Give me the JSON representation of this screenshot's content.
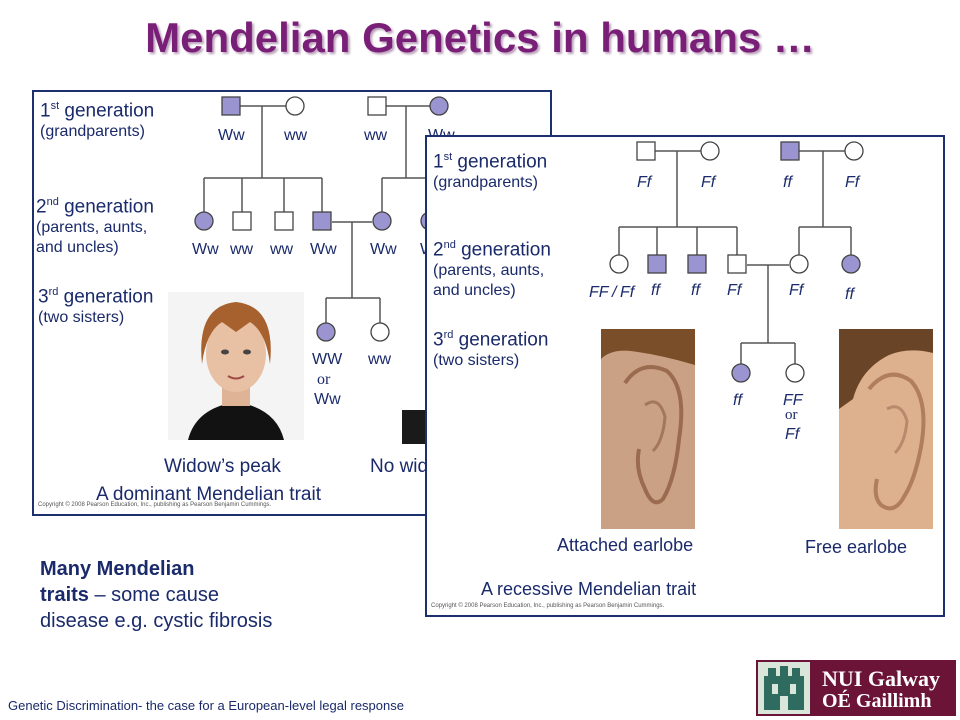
{
  "slide": {
    "title": "Mendelian Genetics in humans …",
    "footer": "Genetic Discrimination- the case for a European-level legal response"
  },
  "generations": {
    "first": {
      "num": "1",
      "sup": "st",
      "label": " generation",
      "sub": "(grandparents)"
    },
    "second": {
      "num": "2",
      "sup": "nd",
      "label": " generation",
      "sub1": "(parents, aunts,",
      "sub2": "and uncles)"
    },
    "third": {
      "num": "3",
      "sup": "rd",
      "label": " generation",
      "sub": "(two sisters)"
    }
  },
  "widows_peak_panel": {
    "gen1_genotypes": [
      "Ww",
      "ww",
      "ww",
      "Ww"
    ],
    "gen2_genotypes": [
      "Ww",
      "ww",
      "ww",
      "Ww",
      "Ww",
      "Ww"
    ],
    "gen3_left": "WW",
    "gen3_or": "or",
    "gen3_left_alt": "Ww",
    "gen3_right": "ww",
    "caption_left": "Widow’s peak",
    "caption_right": "No widow’s peak",
    "trait": "A dominant Mendelian trait",
    "copyright": "Copyright © 2008 Pearson Education, Inc., publishing as Pearson Benjamin Cummings."
  },
  "earlobe_panel": {
    "gen1_genotypes": [
      "Ff",
      "Ff",
      "ff",
      "Ff"
    ],
    "gen2_first": "FF",
    "gen2_slash": "/",
    "gen2_first_alt": "Ff",
    "gen2_genotypes": [
      "ff",
      "ff",
      "Ff",
      "Ff",
      "ff"
    ],
    "gen3_left": "ff",
    "gen3_right": "FF",
    "gen3_or": "or",
    "gen3_right_alt": "Ff",
    "caption_left": "Attached earlobe",
    "caption_right": "Free earlobe",
    "trait": "A recessive Mendelian trait",
    "copyright": "Copyright © 2008 Pearson Education, Inc., publishing as Pearson Benjamin Cummings."
  },
  "note": {
    "bold1": "Many Mendelian",
    "bold2": "traits",
    "rest1": " – some cause",
    "rest2": "disease e.g. cystic fibrosis"
  },
  "logo": {
    "line1": "NUI Galway",
    "line2": "OÉ Gaillimh"
  },
  "colors": {
    "title": "#7a1f77",
    "text": "#1a2a6a",
    "affected": "#9a94d0",
    "panel_border": "#1c2f6e",
    "logo_bg": "#6b1437"
  }
}
